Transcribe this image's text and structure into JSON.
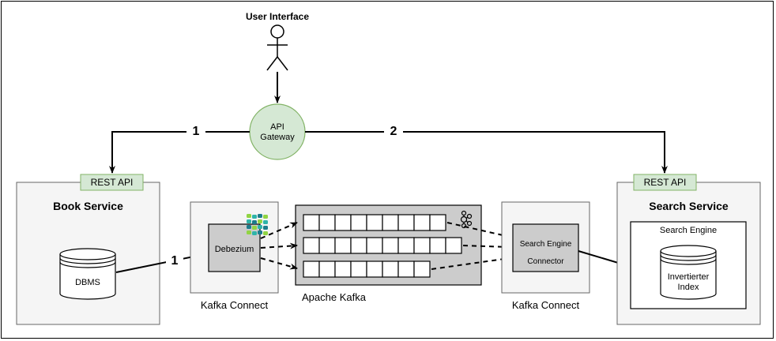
{
  "user_interface": {
    "label": "User Interface"
  },
  "api_gateway": {
    "line1": "API",
    "line2": "Gateway"
  },
  "flows": {
    "left_label": "1",
    "right_label": "2",
    "db_to_debezium_label": "1"
  },
  "book_service": {
    "rest_api": "REST API",
    "title": "Book Service",
    "dbms": "DBMS"
  },
  "search_service": {
    "rest_api": "REST API",
    "title": "Search Service",
    "engine_title": "Search Engine",
    "index_line1": "Invertierter",
    "index_line2": "Index"
  },
  "kafka_connect_left": {
    "component": "Debezium",
    "caption": "Kafka Connect"
  },
  "apache_kafka": {
    "caption": "Apache Kafka",
    "topic_cell_counts": [
      9,
      10,
      8
    ]
  },
  "kafka_connect_right": {
    "line1": "Search Engine",
    "line2": "Connector",
    "caption": "Kafka Connect"
  },
  "colors": {
    "gateway_fill": "#d5e8d4",
    "gateway_stroke": "#82b366",
    "service_fill": "#f5f5f5",
    "service_stroke": "#666666",
    "connector_fill": "#cccccc",
    "kafka_fill": "#cccccc",
    "debezium_logo": [
      "#91d443",
      "#2fb4a9",
      "#1c7c8c"
    ]
  }
}
